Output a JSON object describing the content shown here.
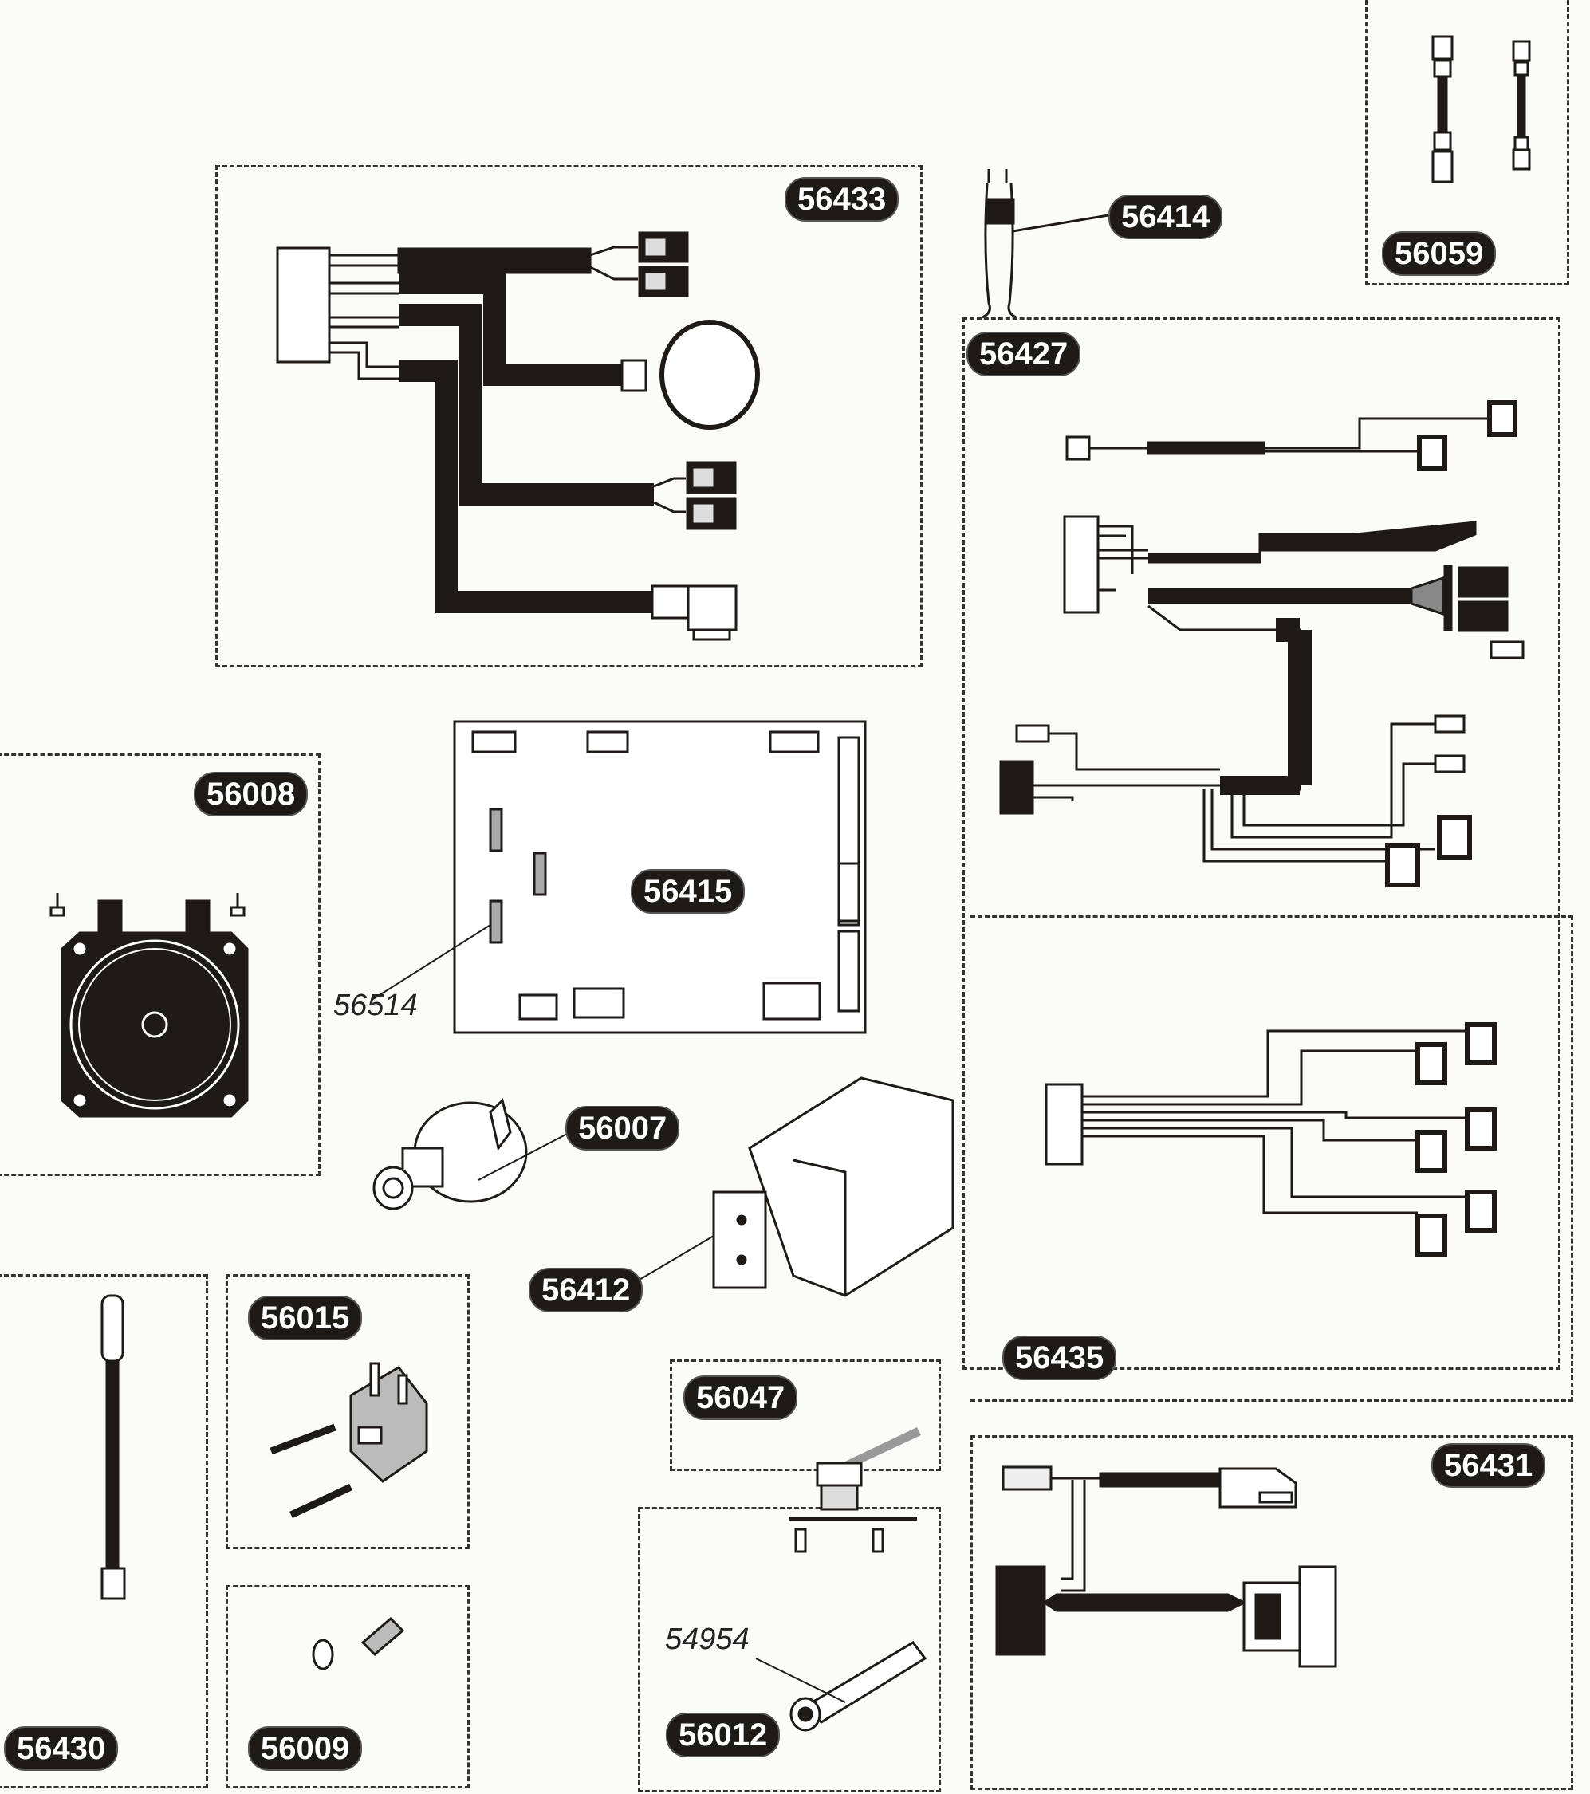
{
  "diagram": {
    "type": "parts-diagram",
    "parts": [
      {
        "id": "56433",
        "description": "wiring harness with four spade connectors, ring sensor and plug"
      },
      {
        "id": "56414",
        "description": "clip-on sensor"
      },
      {
        "id": "56059",
        "description": "pair of jumper wires"
      },
      {
        "id": "56427",
        "description": "main wiring harness"
      },
      {
        "id": "56008",
        "description": "air pressure switch with screws"
      },
      {
        "id": "56415",
        "description": "control board"
      },
      {
        "id": "56514",
        "description": "board fuse"
      },
      {
        "id": "56007",
        "description": "pressure sensor"
      },
      {
        "id": "56412",
        "description": "ignition transformer / module"
      },
      {
        "id": "56435",
        "description": "six-lead connector harness"
      },
      {
        "id": "56431",
        "description": "harness with plug and socket"
      },
      {
        "id": "56430",
        "description": "temperature probe"
      },
      {
        "id": "56015",
        "description": "selector switch with screws"
      },
      {
        "id": "56009",
        "description": "fitting with nut"
      },
      {
        "id": "56047",
        "description": "small cable/spring part"
      },
      {
        "id": "56012",
        "description": "terminal block kit with screws and tube"
      },
      {
        "id": "54954",
        "description": "grease/paste tube"
      }
    ]
  },
  "labels": {
    "p56433": "56433",
    "p56414": "56414",
    "p56059": "56059",
    "p56427": "56427",
    "p56008": "56008",
    "p56415": "56415",
    "p56514": "56514",
    "p56007": "56007",
    "p56412": "56412",
    "p56435": "56435",
    "p56431": "56431",
    "p56430": "56430",
    "p56015": "56015",
    "p56009": "56009",
    "p56047": "56047",
    "p56012": "56012",
    "p54954": "54954"
  },
  "colors": {
    "ink": "#1e1a18",
    "paper": "#fbfbf9",
    "badge_text": "#ffffff"
  }
}
